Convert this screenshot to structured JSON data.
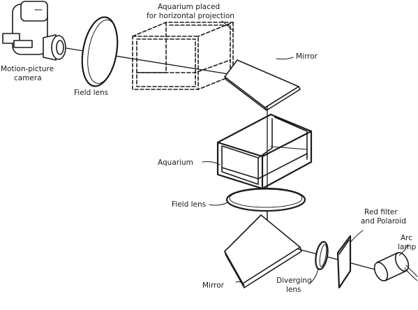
{
  "labels": {
    "aquarium_horizontal_1": "Aquarium placed",
    "aquarium_horizontal_2": "for horizontal projection",
    "mirror_top": "Mirror",
    "camera_1": "Motion-picture",
    "camera_2": "camera",
    "field_lens_top": "Field lens",
    "aquarium": "Aquarium",
    "field_lens_bottom": "Field lens",
    "red_filter_1": "Red filter",
    "red_filter_2": "and Polaroid",
    "arc_1": "Arc",
    "arc_2": "lamp",
    "mirror_bottom": "Mirror",
    "diverging_1": "Diverging",
    "diverging_2": "lens"
  },
  "colors": {
    "ink": "#1a1a1a",
    "background": "#ffffff"
  }
}
